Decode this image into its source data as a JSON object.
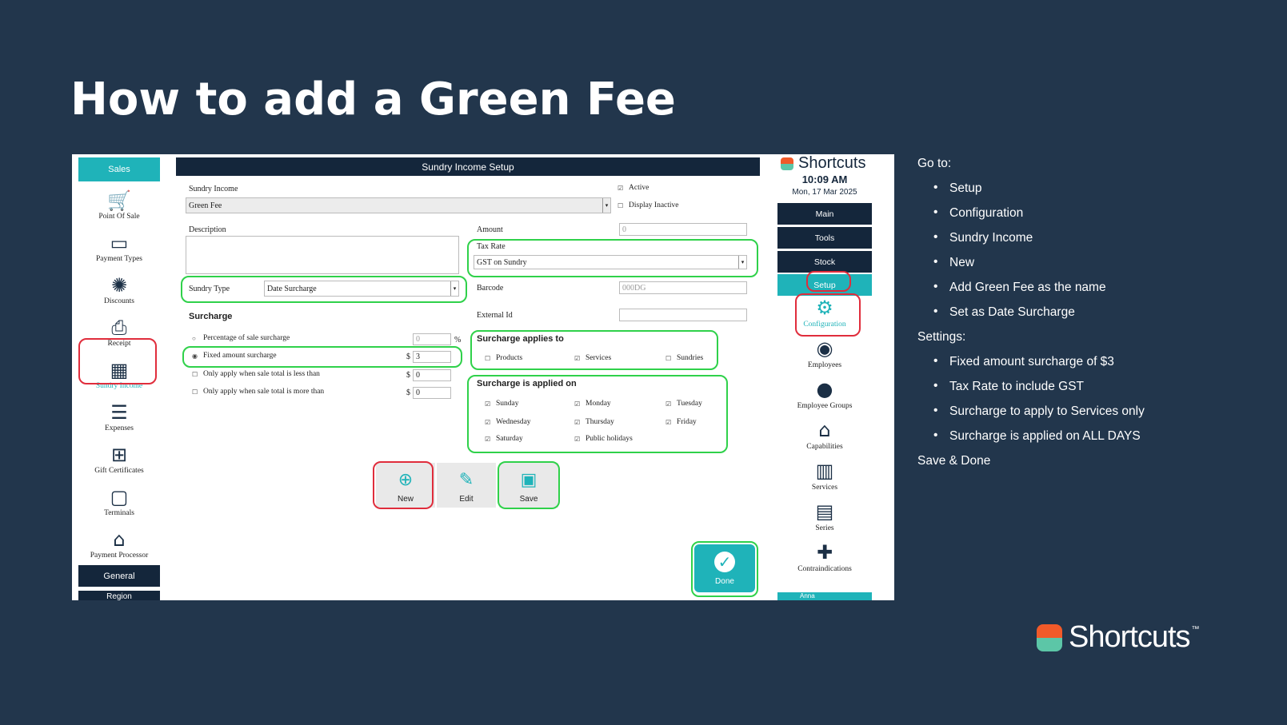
{
  "slide": {
    "title": "How to add a Green Fee"
  },
  "left_sidebar": {
    "header": "Sales",
    "items": [
      {
        "label": "Point Of Sale",
        "icon": "cart-icon"
      },
      {
        "label": "Payment Types",
        "icon": "card-icon"
      },
      {
        "label": "Discounts",
        "icon": "discount-icon"
      },
      {
        "label": "Receipt",
        "icon": "printer-icon"
      },
      {
        "label": "Sundry Income",
        "icon": "widgets-icon",
        "active": true
      },
      {
        "label": "Expenses",
        "icon": "list-icon"
      },
      {
        "label": "Gift Certificates",
        "icon": "gift-icon"
      },
      {
        "label": "Terminals",
        "icon": "monitor-icon"
      },
      {
        "label": "Payment Processor",
        "icon": "bank-icon"
      }
    ],
    "general": "General",
    "region": "Region"
  },
  "form": {
    "header": "Sundry Income Setup",
    "sundry_income_label": "Sundry Income",
    "sundry_income_value": "Green Fee",
    "active_label": "Active",
    "display_inactive_label": "Display Inactive",
    "description_label": "Description",
    "description_value": "",
    "amount_label": "Amount",
    "amount_value": "0",
    "tax_rate_label": "Tax Rate",
    "tax_rate_value": "GST on Sundry",
    "sundry_type_label": "Sundry Type",
    "sundry_type_value": "Date Surcharge",
    "barcode_label": "Barcode",
    "barcode_value": "000DG",
    "external_id_label": "External Id",
    "external_id_value": "",
    "surcharge_heading": "Surcharge",
    "pct_label": "Percentage of sale surcharge",
    "pct_value": "0",
    "pct_unit": "%",
    "fixed_label": "Fixed amount surcharge",
    "fixed_currency": "$",
    "fixed_value": "3",
    "less_label": "Only apply when sale total is less than",
    "less_currency": "$",
    "less_value": "0",
    "more_label": "Only apply when sale total is more than",
    "more_currency": "$",
    "more_value": "0",
    "applies_to_heading": "Surcharge applies to",
    "applies_to": [
      {
        "label": "Products",
        "checked": false
      },
      {
        "label": "Services",
        "checked": true
      },
      {
        "label": "Sundries",
        "checked": false
      }
    ],
    "applied_on_heading": "Surcharge is applied on",
    "days": [
      {
        "label": "Sunday",
        "checked": true
      },
      {
        "label": "Monday",
        "checked": true
      },
      {
        "label": "Tuesday",
        "checked": true
      },
      {
        "label": "Wednesday",
        "checked": true
      },
      {
        "label": "Thursday",
        "checked": true
      },
      {
        "label": "Friday",
        "checked": true
      },
      {
        "label": "Saturday",
        "checked": true
      },
      {
        "label": "Public holidays",
        "checked": true
      }
    ],
    "btn_new": "New",
    "btn_edit": "Edit",
    "btn_save": "Save",
    "btn_done": "Done"
  },
  "right_sidebar": {
    "brand": "Shortcuts",
    "time": "10:09 AM",
    "date": "Mon, 17 Mar 2025",
    "nav": [
      "Main",
      "Tools",
      "Stock",
      "Setup"
    ],
    "items": [
      {
        "label": "Configuration",
        "icon": "gear-icon",
        "active": true
      },
      {
        "label": "Employees",
        "icon": "person-icon"
      },
      {
        "label": "Employee Groups",
        "icon": "group-icon"
      },
      {
        "label": "Capabilities",
        "icon": "cap-icon"
      },
      {
        "label": "Services",
        "icon": "book-icon"
      },
      {
        "label": "Series",
        "icon": "series-icon"
      },
      {
        "label": "Contraindications",
        "icon": "plus-box-icon"
      }
    ],
    "footer_user": "Anna"
  },
  "notes": {
    "goto_heading": "Go to:",
    "goto": [
      "Setup",
      "Configuration",
      "Sundry Income",
      "New",
      "Add Green Fee as the name",
      "Set as Date Surcharge"
    ],
    "settings_heading": "Settings:",
    "settings": [
      "Fixed amount surcharge of $3",
      "Tax Rate to include GST",
      "Surcharge to apply to Services only",
      "Surcharge is applied on ALL DAYS"
    ],
    "footer": "Save & Done"
  },
  "logo": {
    "text": "Shortcuts",
    "tm": "™"
  },
  "colors": {
    "background": "#22364c",
    "accent": "#1fb3b9",
    "navy": "#14263b",
    "highlight_green": "#2fd14a",
    "highlight_red": "#e02d3c"
  }
}
